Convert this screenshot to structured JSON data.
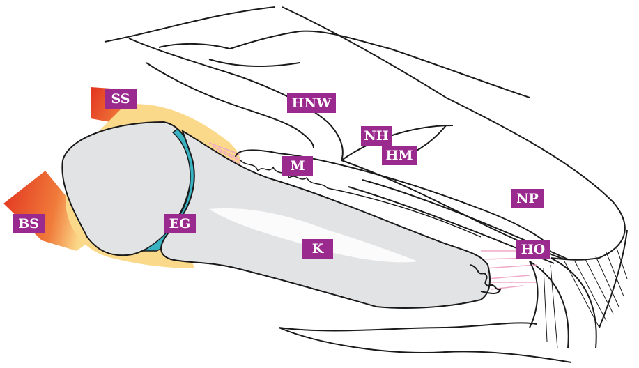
{
  "labels": {
    "ss": "SS",
    "bs": "BS",
    "hnw": "HNW",
    "nh": "NH",
    "hm": "HM",
    "m": "M",
    "eg": "EG",
    "np": "NP",
    "k": "K",
    "ho": "HO"
  },
  "colors": {
    "label_bg": "#9b2a8f",
    "label_text": "#ffffff",
    "bone": "#e2e3e5",
    "cartilage": "#39b3c2",
    "capsule": "#fbd98a",
    "muscle": "#e8452a",
    "ligament": "#f0a8c8",
    "outline": "#1a1a1a"
  }
}
